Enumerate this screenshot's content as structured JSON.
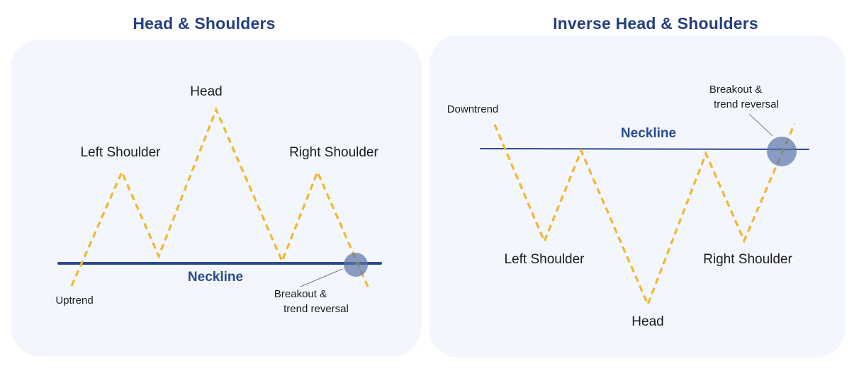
{
  "colors": {
    "title": "#263f80",
    "panel_bg": "#f3f7fd",
    "dashed_line": "#f4b630",
    "neckline": "#2b4a8e",
    "breakout_circle": "#5b74a8",
    "label_text": "#1b1b1b"
  },
  "left": {
    "title": "Head & Shoulders",
    "labels": {
      "head": "Head",
      "left_shoulder": "Left Shoulder",
      "right_shoulder": "Right Shoulder",
      "neckline": "Neckline",
      "trend": "Uptrend",
      "breakout_line1": "Breakout &",
      "breakout_line2": "trend reversal"
    }
  },
  "right": {
    "title": "Inverse Head & Shoulders",
    "labels": {
      "head": "Head",
      "left_shoulder": "Left Shoulder",
      "right_shoulder": "Right Shoulder",
      "neckline": "Neckline",
      "trend": "Downtrend",
      "breakout_line1": "Breakout &",
      "breakout_line2": "trend reversal"
    }
  }
}
